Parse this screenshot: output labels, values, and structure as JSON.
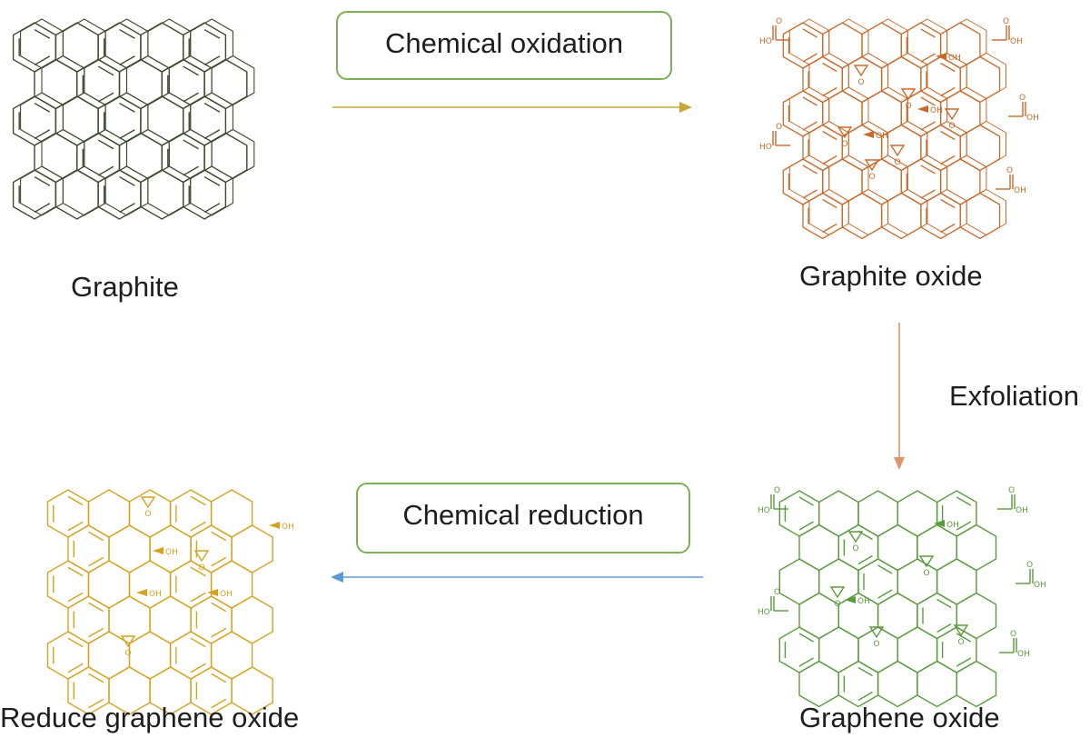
{
  "labels": {
    "graphite": "Graphite",
    "graphite_oxide": "Graphite oxide",
    "graphene_oxide": "Graphene oxide",
    "reduced_graphene_oxide": "Reduce graphene oxide"
  },
  "steps": {
    "oxidation": "Chemical oxidation",
    "exfoliation": "Exfoliation",
    "reduction": "Chemical reduction"
  },
  "groups": {
    "hydroxyl": "OH",
    "hydroxyl_left": "HO",
    "epoxide_oxygen": "O"
  },
  "colors": {
    "graphite": "#3d4a2b",
    "graphite_oxide": "#c96a2c",
    "graphene_oxide": "#5a9a3c",
    "reduced_graphene_oxide": "#d6a21e",
    "box_border": "#7bb154",
    "arrow_oxidation": "#c9a73a",
    "arrow_exfoliation": "#e0956a",
    "arrow_reduction": "#5b9bd5"
  },
  "icons": {
    "graphite": "stacked-hexagon-lattice",
    "graphite_oxide": "oxidized-hexagon-lattice",
    "graphene_oxide": "oxidized-hexagon-sheet",
    "reduced_graphene_oxide": "reduced-hexagon-sheet"
  }
}
